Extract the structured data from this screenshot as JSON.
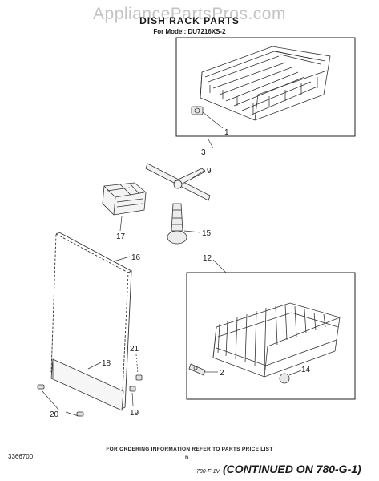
{
  "watermark": "AppliancePartsPros.com",
  "title": "DISH RACK PARTS",
  "subtitle": "For Model: DU7216XS-2",
  "footer_note": "FOR ORDERING INFORMATION REFER TO PARTS PRICE LIST",
  "doc_number": "3366700",
  "page_number": "6",
  "handwritten_ref": "780-F-1V",
  "continued": "(CONTINUED ON 780-G-1)",
  "labels": {
    "p1": "1",
    "p2": "2",
    "p3": "3",
    "p9": "9",
    "p12": "12",
    "p14": "14",
    "p15": "15",
    "p16": "16",
    "p17": "17",
    "p18": "18",
    "p19": "19",
    "p20": "20",
    "p21": "21"
  }
}
